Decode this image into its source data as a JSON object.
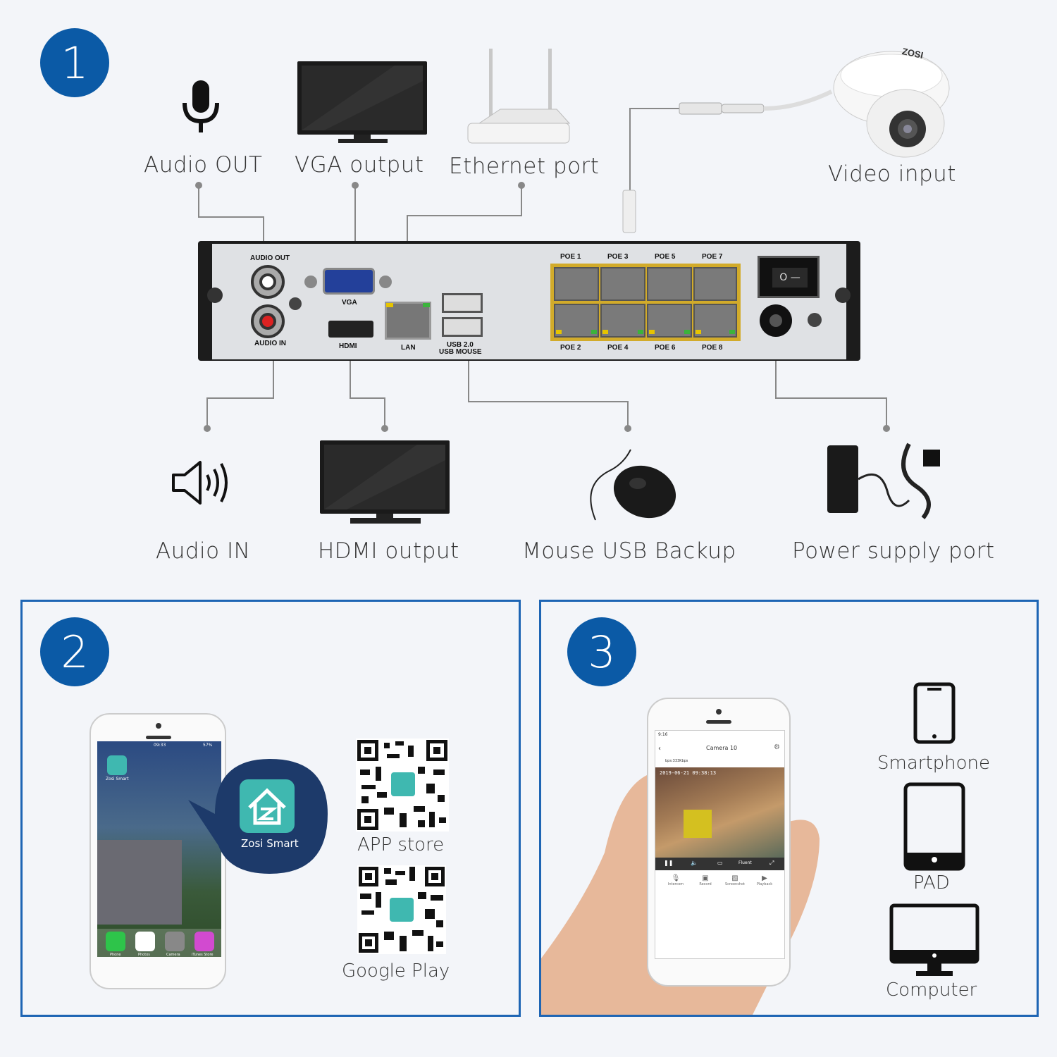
{
  "section1": {
    "number": "1",
    "labels": {
      "audio_out": "Audio OUT",
      "vga_output": "VGA output",
      "ethernet_port": "Ethernet port",
      "video_input": "Video input",
      "audio_in": "Audio IN",
      "hdmi_output": "HDMI output",
      "mouse_usb": "Mouse USB Backup",
      "power_supply": "Power supply port"
    },
    "camera_brand": "ZOSI",
    "nvr_ports": {
      "audio_out": "AUDIO OUT",
      "audio_in": "AUDIO IN",
      "vga": "VGA",
      "hdmi": "HDMI",
      "lan": "LAN",
      "usb_line1": "USB 2.0",
      "usb_line2": "USB MOUSE",
      "poe_top": [
        "POE 1",
        "POE 3",
        "POE 5",
        "POE 7"
      ],
      "poe_bottom": [
        "POE 2",
        "POE 4",
        "POE 6",
        "POE 8"
      ],
      "switch": "O —"
    }
  },
  "section2": {
    "number": "2",
    "app_name": "Zosi Smart",
    "phone_time": "09:33",
    "phone_battery": "57%",
    "phone_icon_label": "Zosi Smart",
    "dock": [
      "Phone",
      "Photos",
      "Camera",
      "iTunes Store"
    ],
    "qr_codes": [
      {
        "label": "APP store"
      },
      {
        "label": "Google Play"
      }
    ]
  },
  "section3": {
    "number": "3",
    "app_screen": {
      "time": "9:16",
      "title": "Camera 10",
      "bitrate": "bps:333Kbps",
      "timestamp": "2019-06-21 09:38:13",
      "quality": "Fluent",
      "controls": [
        "Intercom",
        "Record",
        "Screenshot",
        "Playback"
      ]
    },
    "devices": [
      "Smartphone",
      "PAD",
      "Computer"
    ]
  },
  "colors": {
    "accent": "#0b5aa6",
    "panel_border": "#1e65b4",
    "background": "#f3f5f9"
  }
}
